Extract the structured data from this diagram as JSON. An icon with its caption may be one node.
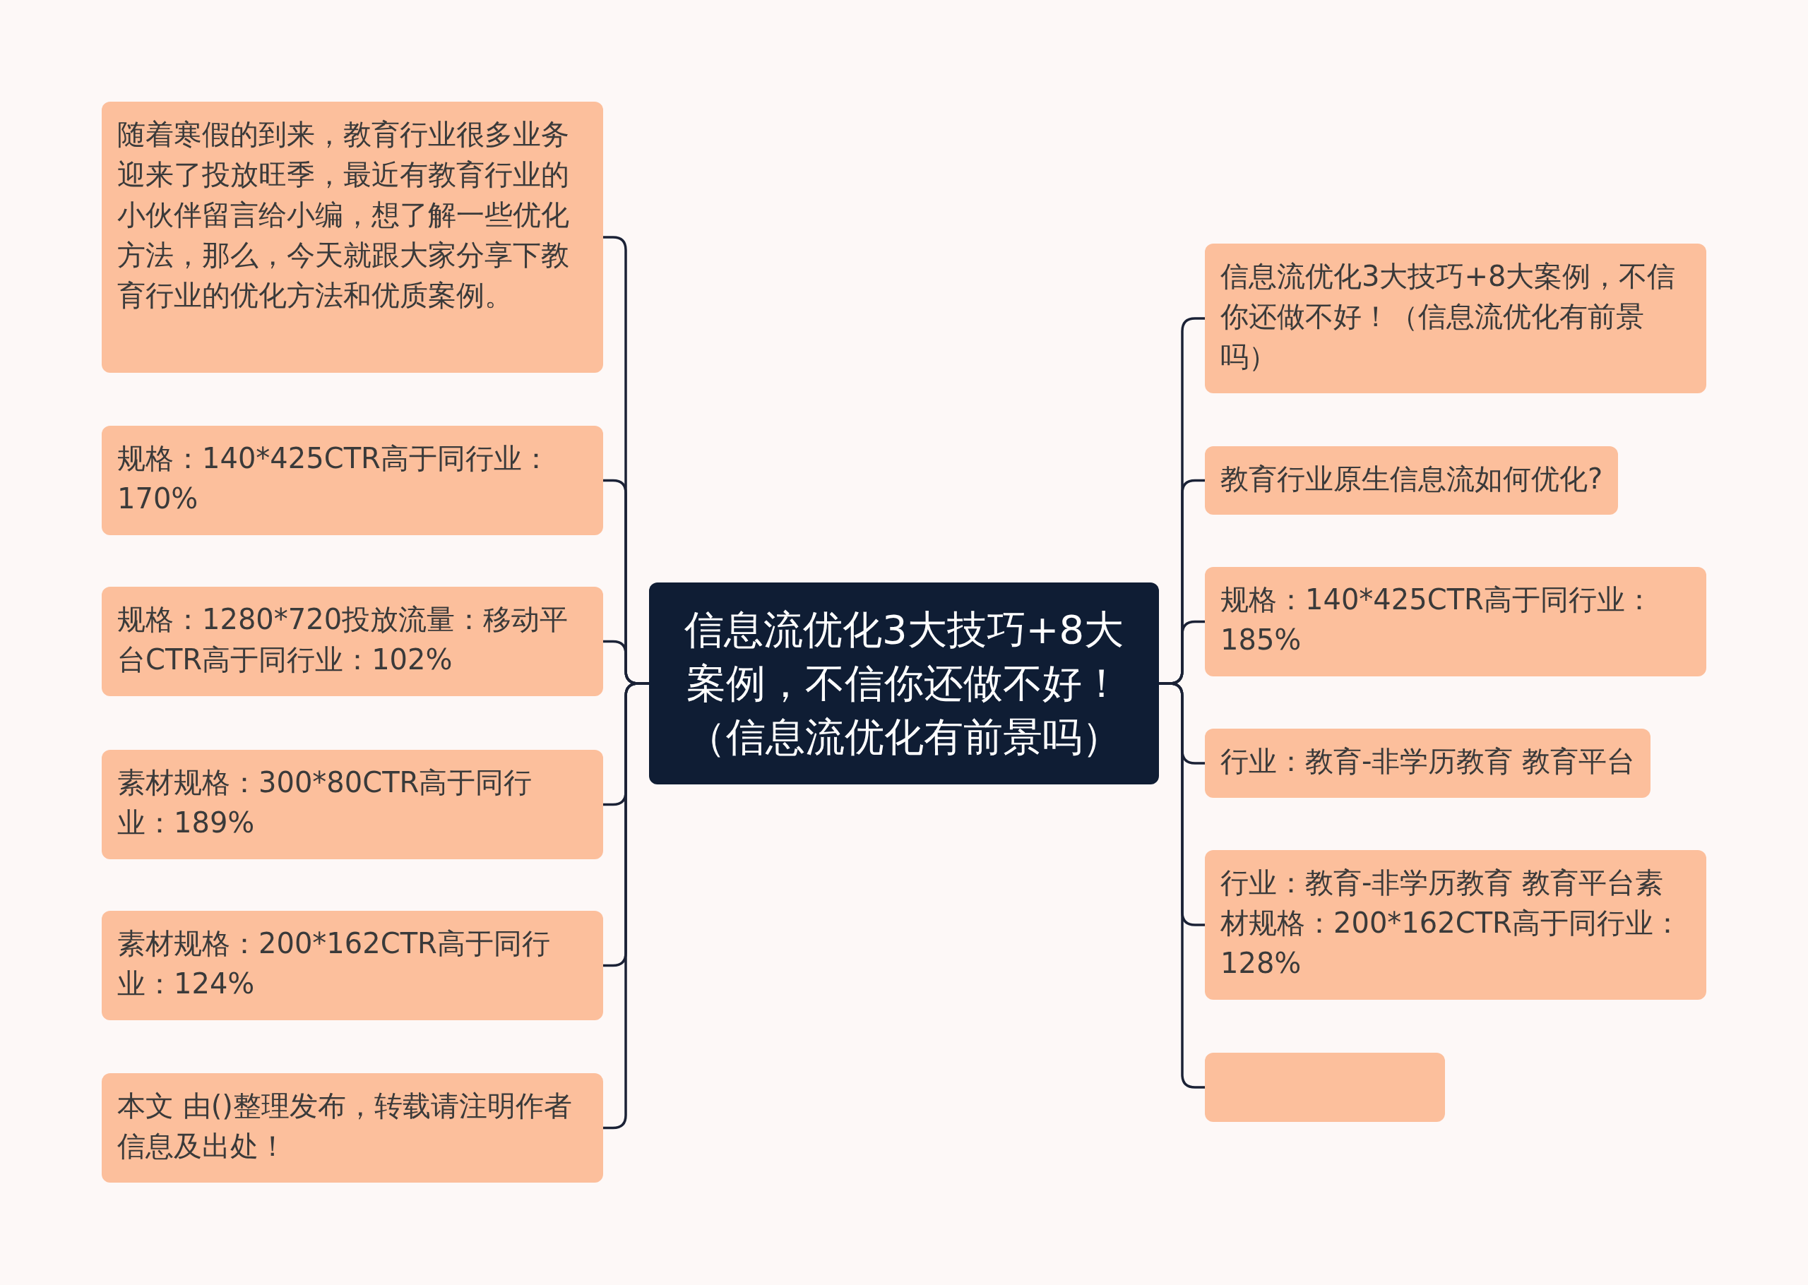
{
  "diagram": {
    "nodes": [
      {
        "text": [
          "信息流优化3大技巧+8大案例，不信你还做不好！（信息流优化有前景吗）"
        ]
      },
      {
        "text": [
          "随着寒假的到来，教育行业很多业务迎来了投放旺季，最近有教育行业的小伙伴留言给小编，想了解一些优化方法，那么，今天就跟大家分享下教育行业的优化方法和优质案例。"
        ]
      },
      {
        "text": [
          "规格：140*425CTR高于同行业：170%"
        ]
      },
      {
        "text": [
          "规格：1280*720投放流量：移动平台CTR高于同行业：102%"
        ]
      },
      {
        "text": [
          "素材规格：300*80CTR高于同行业：189%"
        ]
      },
      {
        "text": [
          "素材规格：200*162CTR高于同行业：124%"
        ]
      },
      {
        "text": [
          "本文 由()整理发布，转载请注明作者信息及出处！"
        ]
      },
      {
        "text": [
          "信息流优化3大技巧+8大案例，不信你还做不好！（信息流优化有前景吗）"
        ]
      },
      {
        "text": [
          "教育行业原生信息流如何优化?"
        ]
      },
      {
        "text": [
          "规格：140*425CTR高于同行业：185%"
        ]
      },
      {
        "text": [
          "行业：教育-非学历教育 教育平台"
        ]
      },
      {
        "text": [
          "行业：教育-非学历教育 教育平台素材规格：200*162CTR高于同行业：128%"
        ]
      },
      {
        "text": [],
        "shape": "box"
      }
    ],
    "edges": [
      {
        "from": 0,
        "to": 1,
        "arrow": "none"
      },
      {
        "from": 0,
        "to": 2,
        "arrow": "none"
      },
      {
        "from": 0,
        "to": 3,
        "arrow": "none"
      },
      {
        "from": 0,
        "to": 4,
        "arrow": "none"
      },
      {
        "from": 0,
        "to": 5,
        "arrow": "none"
      },
      {
        "from": 0,
        "to": 6,
        "arrow": "none"
      },
      {
        "from": 0,
        "to": 7,
        "arrow": "none"
      },
      {
        "from": 0,
        "to": 8,
        "arrow": "none"
      },
      {
        "from": 0,
        "to": 9,
        "arrow": "none"
      },
      {
        "from": 0,
        "to": 10,
        "arrow": "none"
      },
      {
        "from": 0,
        "to": 11,
        "arrow": "none"
      },
      {
        "from": 0,
        "to": 12,
        "arrow": "none"
      }
    ]
  }
}
